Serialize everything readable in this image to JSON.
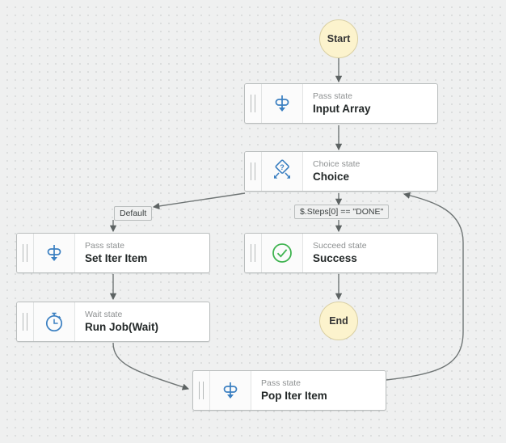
{
  "diagram": {
    "title": "AWS Step Functions state machine workflow graph",
    "colors": {
      "canvas_background": "#eff0f0",
      "grid_dot": "#d8dada",
      "terminal_fill": "#fcf3cd",
      "terminal_border": "#d9cfa3",
      "box_background": "#ffffff",
      "box_border": "#b9bdbd",
      "icon_blue": "#3a7fc1",
      "icon_green": "#3eb34f",
      "connector": "#6f7575",
      "subtitle_text": "#8e9192",
      "title_text": "#232828"
    }
  },
  "terminals": {
    "start": {
      "label": "Start",
      "icon": "start-circle-icon"
    },
    "end": {
      "label": "End",
      "icon": "end-circle-icon"
    }
  },
  "states": [
    {
      "id": "input-array",
      "type": "Pass state",
      "name": "Input Array",
      "icon": "pass-state-icon"
    },
    {
      "id": "choice",
      "type": "Choice state",
      "name": "Choice",
      "icon": "choice-state-icon"
    },
    {
      "id": "set-iter-item",
      "type": "Pass state",
      "name": "Set Iter Item",
      "icon": "pass-state-icon"
    },
    {
      "id": "run-job-wait",
      "type": "Wait state",
      "name": "Run Job(Wait)",
      "icon": "wait-state-icon"
    },
    {
      "id": "success",
      "type": "Succeed state",
      "name": "Success",
      "icon": "succeed-state-icon"
    },
    {
      "id": "pop-iter-item",
      "type": "Pass state",
      "name": "Pop Iter Item",
      "icon": "pass-state-icon"
    }
  ],
  "edge_labels": {
    "default": "Default",
    "condition": "$.Steps[0] == \"DONE\""
  }
}
